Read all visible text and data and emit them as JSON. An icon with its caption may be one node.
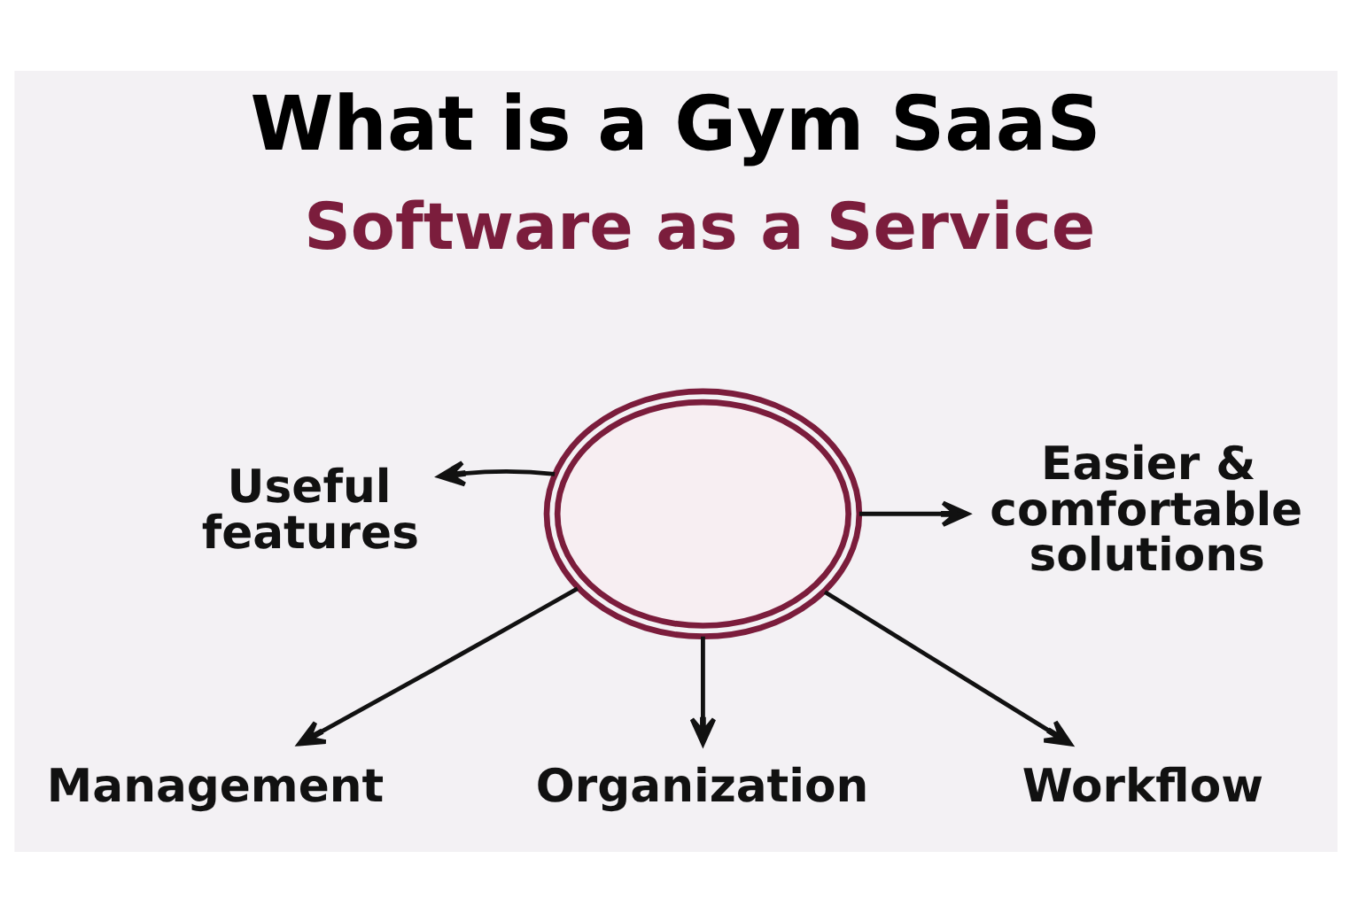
{
  "diagram": {
    "title": "What is a Gym SaaS",
    "nodes": [
      {
        "text": [],
        "shape": "picture"
      },
      {
        "text": [
          "Useful features"
        ]
      },
      {
        "text": [
          "Easier & comfortable solutions"
        ]
      },
      {
        "text": [
          "Management"
        ]
      },
      {
        "text": [
          "Organization"
        ]
      },
      {
        "text": [
          "Workflow"
        ]
      }
    ],
    "edges": [
      {
        "from": 0,
        "to": 1,
        "arrow": "to"
      },
      {
        "from": 0,
        "to": 2,
        "arrow": "to"
      },
      {
        "from": 0,
        "to": 3,
        "arrow": "to"
      },
      {
        "from": 0,
        "to": 4,
        "arrow": "to"
      },
      {
        "from": 0,
        "to": 5,
        "arrow": "to"
      }
    ],
    "labels": [
      "Software as a Service"
    ]
  }
}
